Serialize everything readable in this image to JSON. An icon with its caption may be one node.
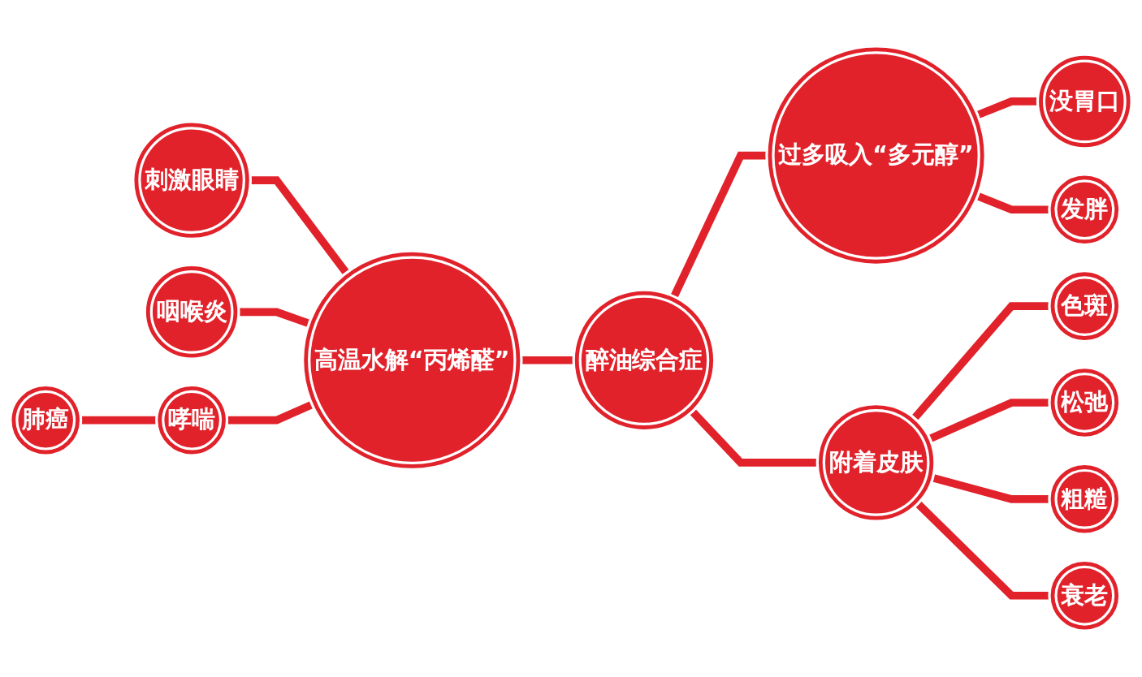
{
  "diagram": {
    "nodes": [
      {
        "text": [
          "醉油综合症"
        ]
      },
      {
        "text": [
          "高温水解“丙烯醛”"
        ]
      },
      {
        "text": [
          "刺激眼睛"
        ]
      },
      {
        "text": [
          "咽喉炎"
        ]
      },
      {
        "text": [
          "哮喘"
        ]
      },
      {
        "text": [
          "肺癌"
        ]
      },
      {
        "text": [
          "过多吸入“多元醇”"
        ]
      },
      {
        "text": [
          "没胃口"
        ]
      },
      {
        "text": [
          "发胖"
        ]
      },
      {
        "text": [
          "附着皮肤"
        ]
      },
      {
        "text": [
          "色斑"
        ]
      },
      {
        "text": [
          "松弛"
        ]
      },
      {
        "text": [
          "粗糙"
        ]
      },
      {
        "text": [
          "衰老"
        ]
      }
    ],
    "edges": [
      {
        "from": 1,
        "to": 0,
        "arrow": "none"
      },
      {
        "from": 2,
        "to": 1,
        "arrow": "none"
      },
      {
        "from": 3,
        "to": 1,
        "arrow": "none"
      },
      {
        "from": 4,
        "to": 1,
        "arrow": "none"
      },
      {
        "from": 5,
        "to": 4,
        "arrow": "none"
      },
      {
        "from": 0,
        "to": 6,
        "arrow": "none"
      },
      {
        "from": 6,
        "to": 7,
        "arrow": "none"
      },
      {
        "from": 6,
        "to": 8,
        "arrow": "none"
      },
      {
        "from": 0,
        "to": 9,
        "arrow": "none"
      },
      {
        "from": 9,
        "to": 10,
        "arrow": "none"
      },
      {
        "from": 9,
        "to": 11,
        "arrow": "none"
      },
      {
        "from": 9,
        "to": 12,
        "arrow": "none"
      },
      {
        "from": 9,
        "to": 13,
        "arrow": "none"
      }
    ]
  }
}
